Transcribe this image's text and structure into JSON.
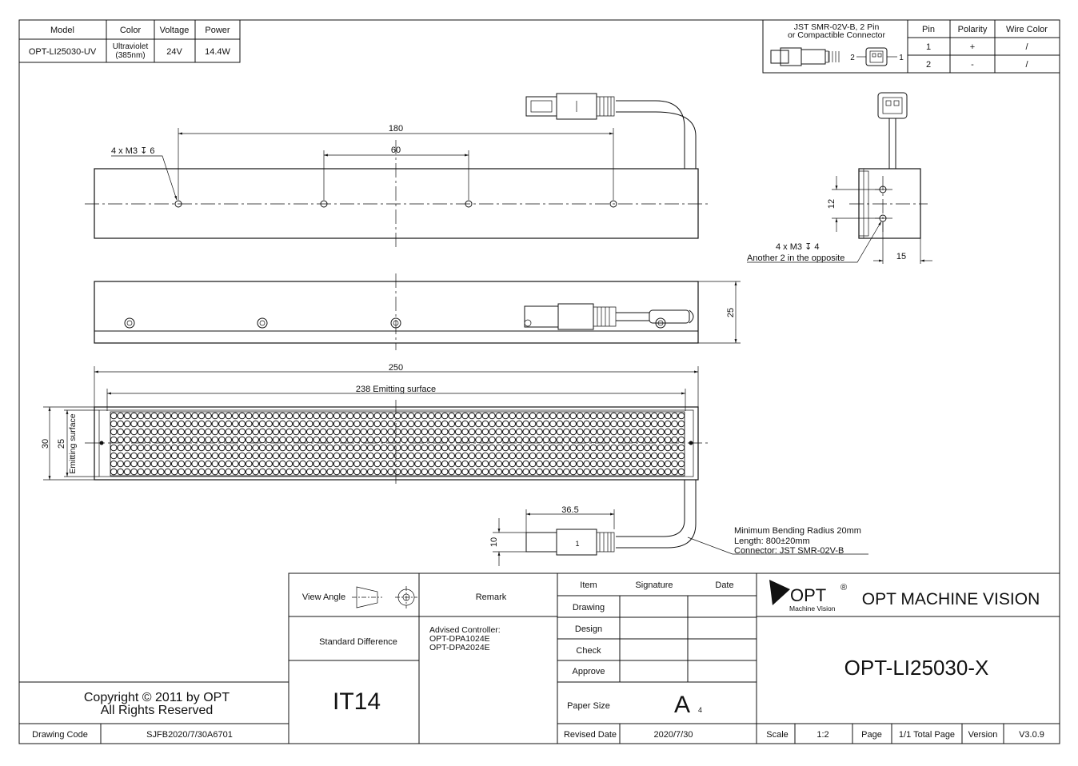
{
  "spec_table": {
    "headers": [
      "Model",
      "Color",
      "Voltage",
      "Power"
    ],
    "row": {
      "model": "OPT-LI25030-UV",
      "color_line1": "Ultraviolet",
      "color_line2": "(385nm)",
      "voltage": "24V",
      "power": "14.4W"
    }
  },
  "connector_table": {
    "title_line1": "JST SMR-02V-B, 2 Pin",
    "title_line2": "or Compactible Connector",
    "pin_label_2": "2",
    "pin_label_1": "1",
    "headers": [
      "Pin",
      "Polarity",
      "Wire Color"
    ],
    "rows": [
      {
        "pin": "1",
        "polarity": "+",
        "wire": "/"
      },
      {
        "pin": "2",
        "polarity": "-",
        "wire": "/"
      }
    ]
  },
  "dimensions": {
    "d180": "180",
    "d60": "60",
    "holes_top": "4 x M3 ↧ 6",
    "d25_side": "25",
    "d250": "250",
    "d238": "238 Emitting surface",
    "d30": "30",
    "d25_emit": "25",
    "emit_label": "Emitting surface",
    "d12": "12",
    "d15": "15",
    "holes_end_1": "4 x M3 ↧ 4",
    "holes_end_2": "Another 2 in the opposite",
    "d36_5": "36.5",
    "d10": "10",
    "plug_mark_top": "1",
    "plug_mark_bottom": "1"
  },
  "cable_note": {
    "line1": "Minimum Bending Radius 20mm",
    "line2": "Length: 800±20mm",
    "line3": "Connector: JST SMR-02V-B"
  },
  "title_block": {
    "view_angle": "View Angle",
    "remark": "Remark",
    "standard_difference": "Standard Difference",
    "controller_1": "Advised Controller:",
    "controller_2": "OPT-DPA1024E",
    "controller_3": "OPT-DPA2024E",
    "tolerance": "IT14",
    "item": "Item",
    "signature": "Signature",
    "date": "Date",
    "drawing": "Drawing",
    "design": "Design",
    "check": "Check",
    "approve": "Approve",
    "paper_size": "Paper Size",
    "paper_value": "A",
    "paper_sub": "4",
    "revised_date": "Revised Date",
    "revised_value": "2020/7/30",
    "logo_text": "OPT",
    "logo_reg": "®",
    "logo_sub": "Machine Vision",
    "company": "OPT MACHINE VISION",
    "part_no": "OPT-LI25030-X",
    "scale": "Scale",
    "scale_value": "1:2",
    "page": "Page",
    "page_value": "1/1 Total Page",
    "version": "Version",
    "version_value": "V3.0.9"
  },
  "copyright": {
    "line1": "Copyright © 2011 by OPT",
    "line2": "All Rights Reserved",
    "drawing_code_label": "Drawing Code",
    "drawing_code": "SJFB2020/7/30A6701"
  }
}
